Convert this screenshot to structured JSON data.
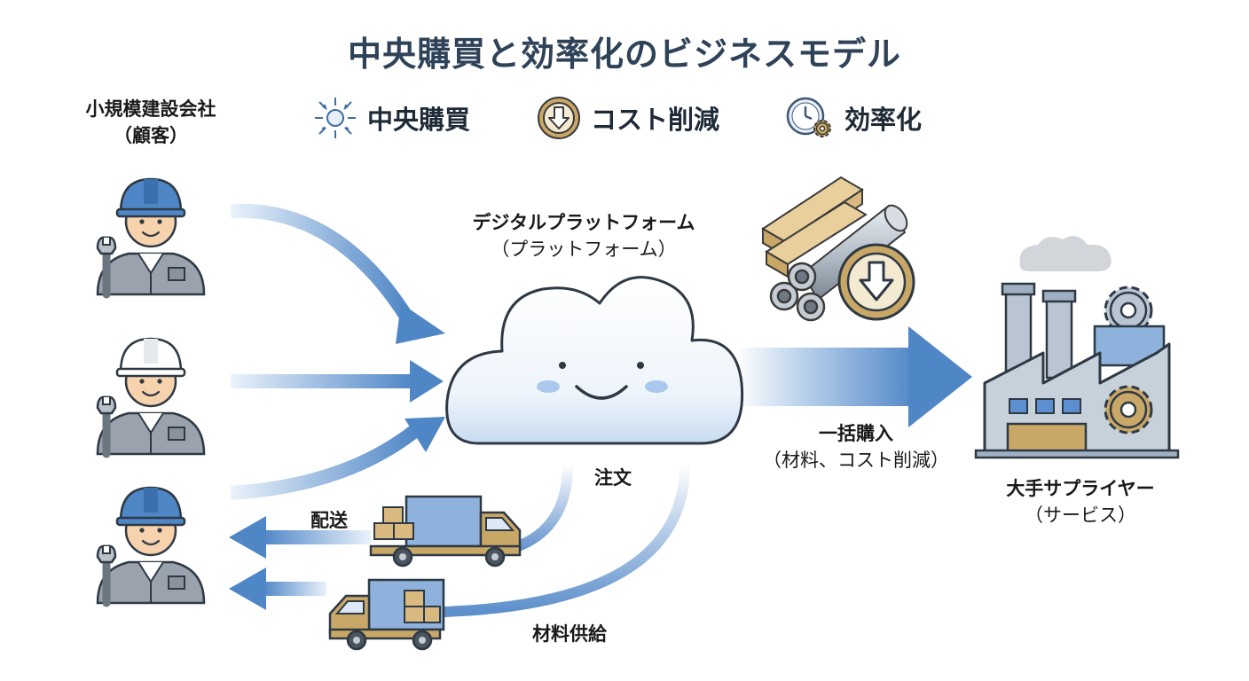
{
  "title": "中央購買と効率化のビジネスモデル",
  "legend": [
    {
      "label": "中央購買",
      "icon": "sun-convergence-icon"
    },
    {
      "label": "コスト削減",
      "icon": "down-arrow-coin-icon"
    },
    {
      "label": "効率化",
      "icon": "clock-gear-icon"
    }
  ],
  "customers": {
    "line1": "小規模建設会社",
    "line2": "（顧客）"
  },
  "platform": {
    "line1": "デジタルプラットフォーム",
    "line2": "（プラットフォーム）"
  },
  "bulk": {
    "line1": "一括購入",
    "line2": "（材料、コスト削減）"
  },
  "supplier": {
    "line1": "大手サプライヤー",
    "line2": "（サービス）"
  },
  "flows": {
    "order": "注文",
    "delivery": "配送",
    "supply": "材料供給"
  },
  "colors": {
    "accent": "#4f86c6",
    "title": "#2f4358",
    "coin": "#c9a867"
  }
}
